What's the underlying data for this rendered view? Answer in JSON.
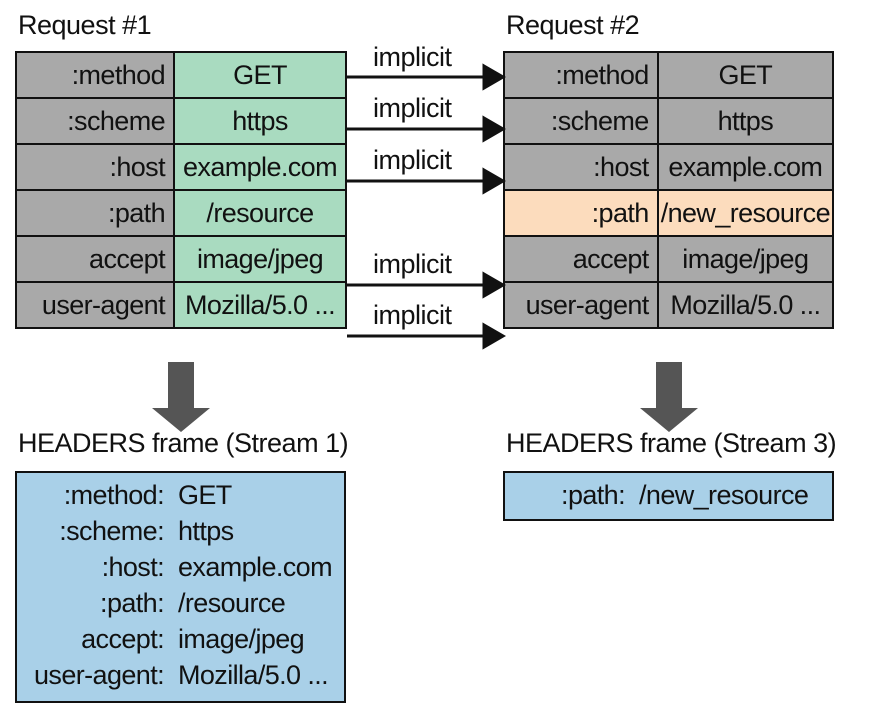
{
  "request1": {
    "title": "Request #1",
    "rows": [
      {
        "key": ":method",
        "value": "GET"
      },
      {
        "key": ":scheme",
        "value": "https"
      },
      {
        "key": ":host",
        "value": "example.com"
      },
      {
        "key": ":path",
        "value": "/resource"
      },
      {
        "key": "accept",
        "value": "image/jpeg"
      },
      {
        "key": "user-agent",
        "value": "Mozilla/5.0 ..."
      }
    ]
  },
  "request2": {
    "title": "Request #2",
    "rows": [
      {
        "key": ":method",
        "value": "GET"
      },
      {
        "key": ":scheme",
        "value": "https"
      },
      {
        "key": ":host",
        "value": "example.com"
      },
      {
        "key": ":path",
        "value": "/new_resource"
      },
      {
        "key": "accept",
        "value": "image/jpeg"
      },
      {
        "key": "user-agent",
        "value": "Mozilla/5.0 ..."
      }
    ]
  },
  "arrow_label": "implicit",
  "frame1": {
    "title": "HEADERS frame (Stream 1)",
    "rows": [
      {
        "key": ":method:",
        "value": "GET"
      },
      {
        "key": ":scheme:",
        "value": "https"
      },
      {
        "key": ":host:",
        "value": "example.com"
      },
      {
        "key": ":path:",
        "value": "/resource"
      },
      {
        "key": "accept:",
        "value": "image/jpeg"
      },
      {
        "key": "user-agent:",
        "value": "Mozilla/5.0 ..."
      }
    ]
  },
  "frame2": {
    "title": "HEADERS frame (Stream 3)",
    "rows": [
      {
        "key": ":path:",
        "value": "/new_resource"
      }
    ]
  },
  "colors": {
    "key_cell": "#a9a9a9",
    "request1_value": "#a9dbc0",
    "changed_cell": "#fcdcbd",
    "frame": "#a9d0e8",
    "arrow": "#555555"
  }
}
